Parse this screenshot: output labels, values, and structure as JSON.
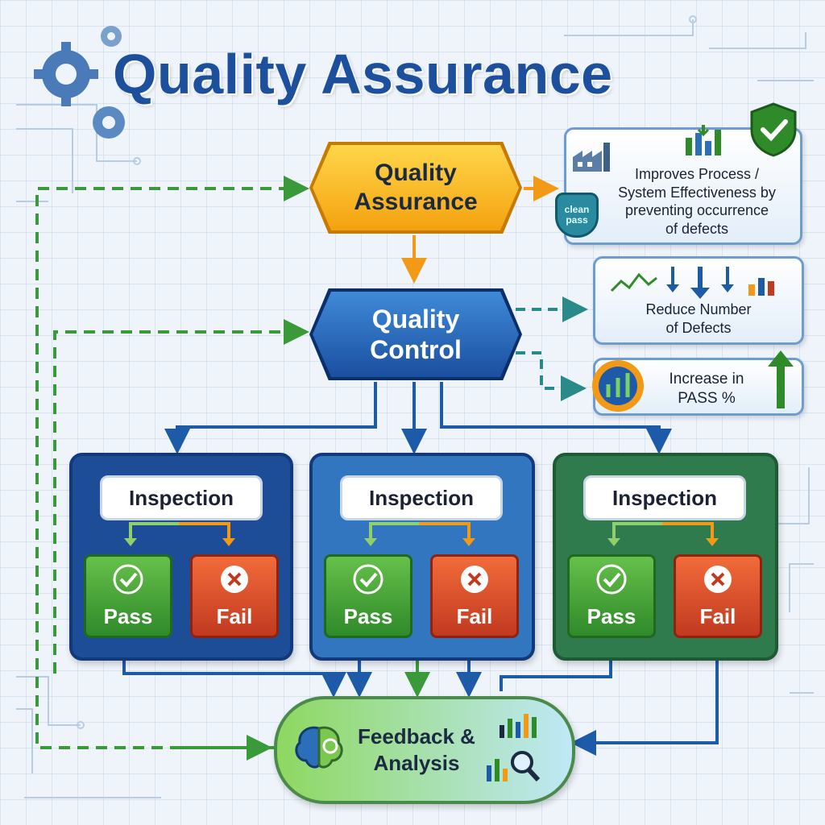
{
  "title": "Quality Assurance",
  "nodes": {
    "qa_line1": "Quality",
    "qa_line2": "Assurance",
    "qc_line1": "Quality",
    "qc_line2": "Control"
  },
  "cards": {
    "improve": [
      "Improves Process /",
      "System Effectiveness by",
      "preventing occurrence",
      "of defects"
    ],
    "badge": [
      "clean",
      "pass"
    ],
    "reduce": [
      "Reduce Number",
      "of Defects"
    ],
    "pass": [
      "Increase in",
      "PASS %"
    ]
  },
  "panels": [
    {
      "inspection": "Inspection",
      "pass": "Pass",
      "fail": "Fail"
    },
    {
      "inspection": "Inspection",
      "pass": "Pass",
      "fail": "Fail"
    },
    {
      "inspection": "Inspection",
      "pass": "Pass",
      "fail": "Fail"
    }
  ],
  "feedback": [
    "Feedback &",
    "Analysis"
  ],
  "colors": {
    "brand_blue": "#1c4f9c",
    "qa_gold": "#f4a20f",
    "pass_green": "#2f8a2a",
    "fail_red": "#c13a20",
    "loop_green": "#3a9a3a",
    "teal_dash": "#2a8a8a"
  },
  "icons": [
    "gear-icon",
    "factory-icon",
    "chart-icon",
    "shield-check-icon",
    "down-arrow-icon",
    "growth-badge-icon",
    "check-icon",
    "x-icon",
    "brain-icon",
    "magnifier-icon"
  ]
}
